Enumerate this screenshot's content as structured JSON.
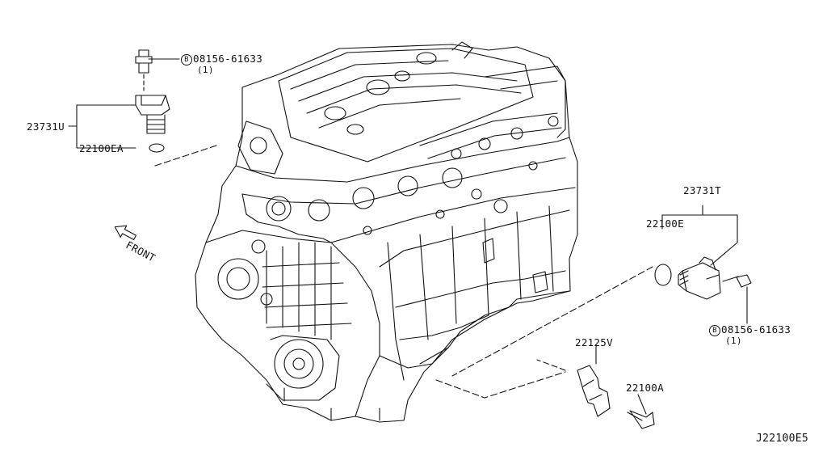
{
  "diagram": {
    "labels": {
      "sensor_upper": "23731U",
      "seal_upper": "22100EA",
      "bolt_upper": "08156-61633",
      "bolt_upper_qty": "(1)",
      "sensor_right": "23731T",
      "seal_right": "22100E",
      "bolt_right": "08156-61633",
      "bolt_right_qty": "(1)",
      "bracket": "22125V",
      "sensor_lower": "22100A",
      "front_arrow": "FRONT",
      "bolt_marker": "B",
      "diagram_code": "J22100E5"
    }
  }
}
